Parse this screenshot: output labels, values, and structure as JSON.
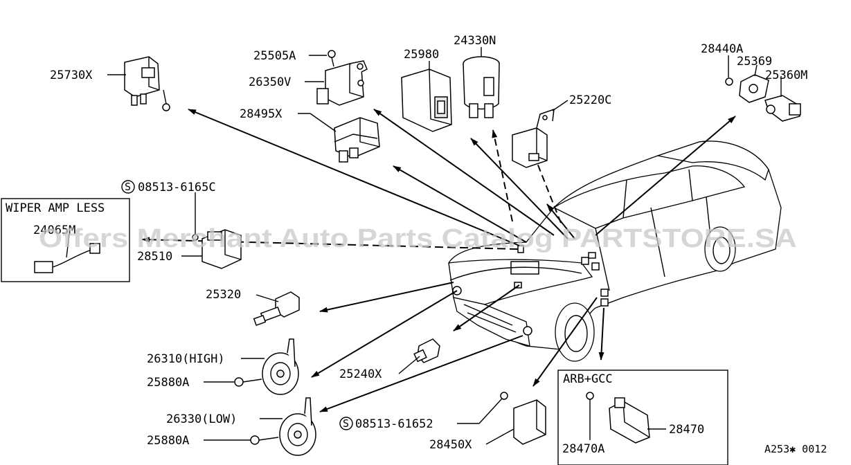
{
  "diagram_code": "A253✱ 0012",
  "watermark": "Offers Merchant Auto Parts Catalog PARTSTORE.SA",
  "callouts": {
    "p25730x": "25730X",
    "p25505a": "25505A",
    "p26350v": "26350V",
    "p28495x": "28495X",
    "p25980": "25980",
    "p24330n": "24330N",
    "p25220c": "25220C",
    "p28440a": "28440A",
    "p25369": "25369",
    "p25360m": "25360M",
    "p08513_6165c": "08513-6165C",
    "p28510": "28510",
    "p24065m": "24065M",
    "p25320": "25320",
    "p26310": "26310(HIGH)",
    "p25880a_1": "25880A",
    "p25240x": "25240X",
    "p26330": "26330(LOW)",
    "p25880a_2": "25880A",
    "p08513_61652": "08513-61652",
    "p28450x": "28450X",
    "p28470": "28470",
    "p28470a": "28470A"
  },
  "boxes": {
    "wiper": {
      "title": "WIPER AMP LESS"
    },
    "arb": {
      "title": "ARB+GCC"
    }
  },
  "symbols": {
    "standard_part": "S"
  },
  "colors": {
    "line": "#000000",
    "background": "#ffffff",
    "watermark": "#c8c8c8"
  }
}
